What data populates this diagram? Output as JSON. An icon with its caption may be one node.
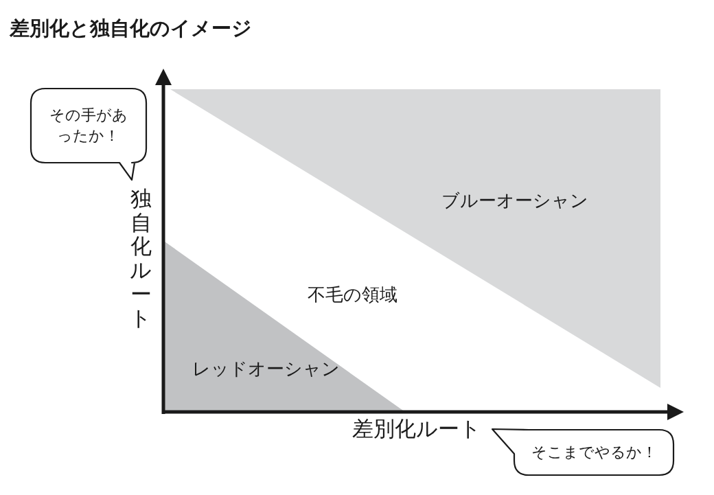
{
  "diagram": {
    "title": "差別化と独自化のイメージ",
    "nodes": [
      {
        "text": [
          "その手があったか！"
        ]
      },
      {
        "text": [
          "ブルーオーシャン"
        ]
      },
      {
        "text": [
          "レッドオーシャン"
        ]
      },
      {
        "text": [
          "そこまでやるか！"
        ]
      }
    ],
    "labels": [
      "独自化ルート",
      "不毛の領域",
      "差別化ルート"
    ]
  }
}
